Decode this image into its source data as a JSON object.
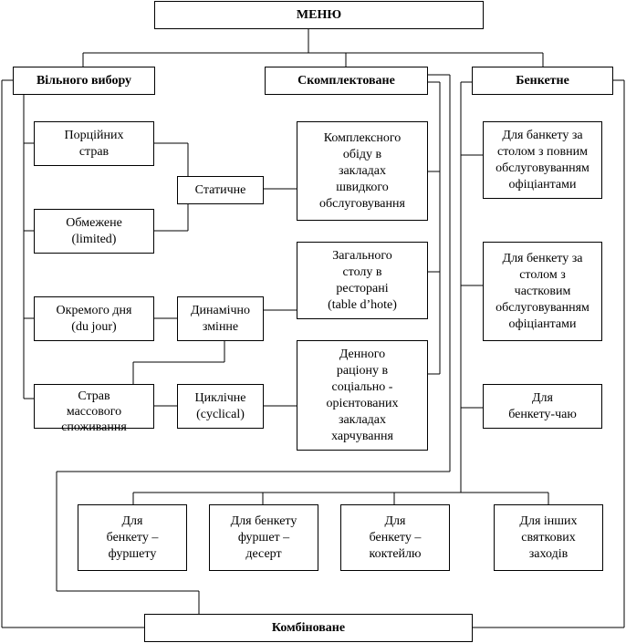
{
  "menu": "МЕНЮ",
  "categories": {
    "free_choice": "Вільного вибору",
    "complete": "Скомплектоване",
    "banquet": "Бенкетне",
    "combined": "Комбіноване"
  },
  "free_choice_items": {
    "portion": "Порційних\nстрав",
    "limited": "Обмежене\n(limited)",
    "du_jour": "Окремого дня\n(du jour)",
    "mass": "Страв\nмассового\nспоживання"
  },
  "types": {
    "static": "Статичне",
    "dynamic": "Динамічно\nзмінне",
    "cyclical": "Циклічне\n(cyclical)"
  },
  "complete_items": {
    "fast_food": "Комплексного\nобіду в\nзакладах\nшвидкого\nобслуговування",
    "table_dhote": "Загального\nстолу в\nресторані\n(table d’hote)",
    "daily_ration": "Денного\nраціону в\nсоціально -\nорієнтованих\nзакладах\nхарчування"
  },
  "banquet_items": {
    "full_service": "Для банкету за\nстолом з повним\nобслуговуванням\nофіціантами",
    "partial_service": "Для бенкету за\nстолом з\nчастковим\nобслуговуванням\nофіціантами",
    "tea": "Для\nбенкету-чаю"
  },
  "bottom_items": {
    "buffet": "Для\nбенкету –\nфуршету",
    "buffet_dessert": "Для бенкету\nфуршет –\nдесерт",
    "cocktail": "Для\nбенкету –\nкоктейлю",
    "other": "Для інших\nсвяткових\nзаходів"
  }
}
